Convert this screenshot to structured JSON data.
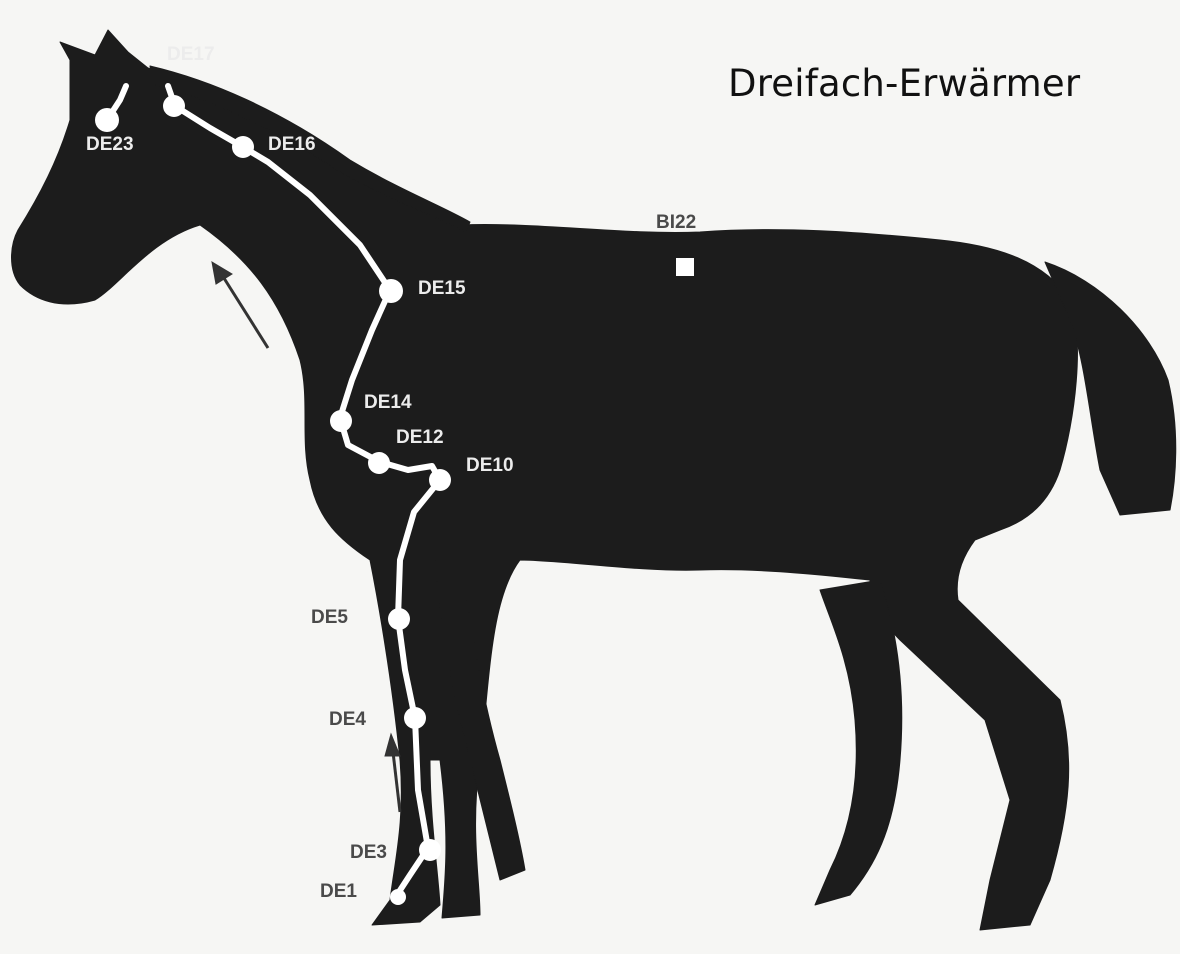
{
  "title": "Dreifach-Erwärmer",
  "colors": {
    "background": "#f6f6f4",
    "horse": "#1c1c1c",
    "meridian": "#ffffff",
    "label_on_horse": "#ececec",
    "label_on_paper": "#4a4a4a"
  },
  "points": [
    {
      "id": "de1",
      "label": "DE1"
    },
    {
      "id": "de3",
      "label": "DE3"
    },
    {
      "id": "de4",
      "label": "DE4"
    },
    {
      "id": "de5",
      "label": "DE5"
    },
    {
      "id": "de10",
      "label": "DE10"
    },
    {
      "id": "de12",
      "label": "DE12"
    },
    {
      "id": "de14",
      "label": "DE14"
    },
    {
      "id": "de15",
      "label": "DE15"
    },
    {
      "id": "de16",
      "label": "DE16"
    },
    {
      "id": "de17",
      "label": "DE17"
    },
    {
      "id": "de23",
      "label": "DE23"
    }
  ],
  "marker": {
    "id": "bl22",
    "label": "BI22"
  }
}
